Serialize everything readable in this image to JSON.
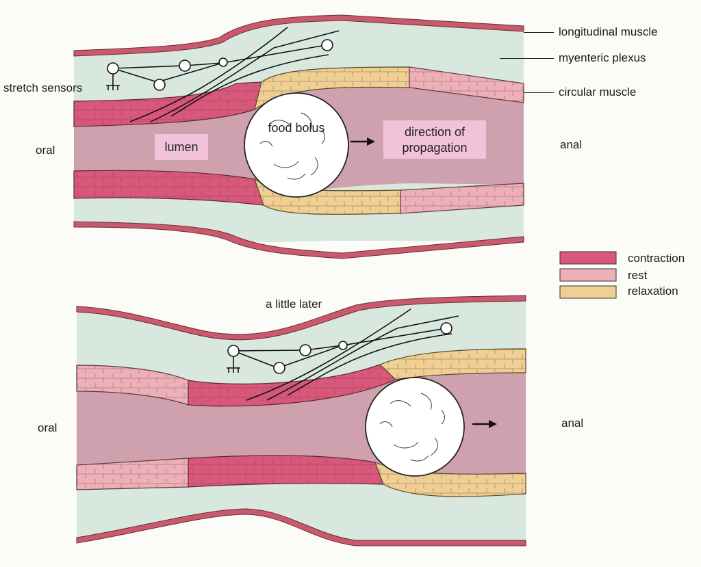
{
  "labels": {
    "longitudinal_muscle": "longitudinal muscle",
    "myenteric_plexus": "myenteric plexus",
    "circular_muscle": "circular muscle",
    "stretch_sensors": "stretch sensors",
    "oral_top": "oral",
    "anal_top": "anal",
    "lumen": "lumen",
    "food_bolus": "food bolus",
    "direction_line1": "direction of",
    "direction_line2": "propagation",
    "a_little_later": "a little later",
    "oral_bottom": "oral",
    "anal_bottom": "anal"
  },
  "legend": [
    {
      "label": "contraction",
      "color": "#d9577a"
    },
    {
      "label": "rest",
      "color": "#eeb0b8"
    },
    {
      "label": "relaxation",
      "color": "#efcf92"
    }
  ],
  "colors": {
    "mucosa_layer": "#d8e8de",
    "lumen": "#cfa1ae",
    "longitudinal_muscle": "#c95a6e",
    "label_box": "#f2c3d8"
  },
  "icons": {
    "stretch_sensor": "sensor-comb-icon",
    "arrow": "right-arrow-icon"
  }
}
